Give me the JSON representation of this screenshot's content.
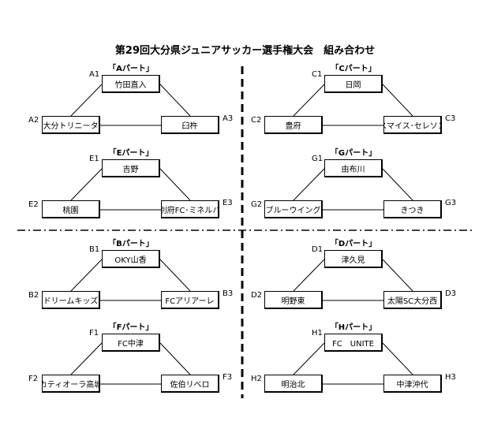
{
  "title": "第29回大分県ジュニアサッカー選手権大会　組み合わせ",
  "groups": [
    {
      "id": "A",
      "label": "「Aパート」",
      "teams": [
        {
          "seed": "A1",
          "name": "竹田直入"
        },
        {
          "seed": "A2",
          "name": "大分トリニータ"
        },
        {
          "seed": "A3",
          "name": "臼杵"
        }
      ]
    },
    {
      "id": "C",
      "label": "「Cパート」",
      "teams": [
        {
          "seed": "C1",
          "name": "日岡"
        },
        {
          "seed": "C2",
          "name": "豊府"
        },
        {
          "seed": "C3",
          "name": "スマイス･セレソン"
        }
      ]
    },
    {
      "id": "E",
      "label": "「Eパート」",
      "teams": [
        {
          "seed": "E1",
          "name": "吉野"
        },
        {
          "seed": "E2",
          "name": "桃園"
        },
        {
          "seed": "E3",
          "name": "別府FC･ミネルバ"
        }
      ]
    },
    {
      "id": "G",
      "label": "「Gパート」",
      "teams": [
        {
          "seed": "G1",
          "name": "由布川"
        },
        {
          "seed": "G2",
          "name": "ブルーウイング"
        },
        {
          "seed": "G3",
          "name": "きつき"
        }
      ]
    },
    {
      "id": "B",
      "label": "「Bパート」",
      "teams": [
        {
          "seed": "B1",
          "name": "OKY山香"
        },
        {
          "seed": "B2",
          "name": "ドリームキッズ"
        },
        {
          "seed": "B3",
          "name": "FCアリアーレ"
        }
      ]
    },
    {
      "id": "D",
      "label": "「Dパート」",
      "teams": [
        {
          "seed": "D1",
          "name": "津久見"
        },
        {
          "seed": "D2",
          "name": "明野東"
        },
        {
          "seed": "D3",
          "name": "太陽SC大分西"
        }
      ]
    },
    {
      "id": "F",
      "label": "「Fパート」",
      "teams": [
        {
          "seed": "F1",
          "name": "FC中津"
        },
        {
          "seed": "F2",
          "name": "カティオーラ高城"
        },
        {
          "seed": "F3",
          "name": "佐伯リベロ"
        }
      ]
    },
    {
      "id": "H",
      "label": "「Hパート」",
      "teams": [
        {
          "seed": "H1",
          "name": "FC　UNITE"
        },
        {
          "seed": "H2",
          "name": "明治北"
        },
        {
          "seed": "H3",
          "name": "中津沖代"
        }
      ]
    }
  ]
}
